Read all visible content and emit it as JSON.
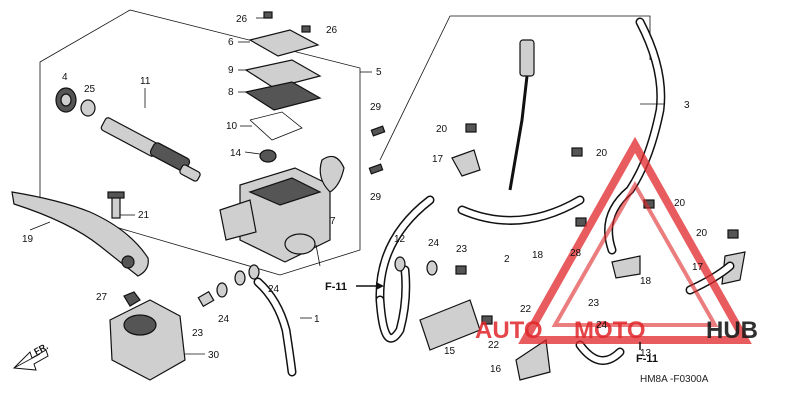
{
  "diagram": {
    "callouts": [
      {
        "id": "c26a",
        "text": "26"
      },
      {
        "id": "c26b",
        "text": "26"
      },
      {
        "id": "c6",
        "text": "6"
      },
      {
        "id": "c9",
        "text": "9"
      },
      {
        "id": "c8",
        "text": "8"
      },
      {
        "id": "c10",
        "text": "10"
      },
      {
        "id": "c14",
        "text": "14"
      },
      {
        "id": "c5",
        "text": "5"
      },
      {
        "id": "c4",
        "text": "4"
      },
      {
        "id": "c25",
        "text": "25"
      },
      {
        "id": "c11",
        "text": "11"
      },
      {
        "id": "c29a",
        "text": "29"
      },
      {
        "id": "c29b",
        "text": "29"
      },
      {
        "id": "c7",
        "text": "7"
      },
      {
        "id": "c19",
        "text": "19"
      },
      {
        "id": "c21",
        "text": "21"
      },
      {
        "id": "c27",
        "text": "27"
      },
      {
        "id": "c23a",
        "text": "23"
      },
      {
        "id": "c24a",
        "text": "24"
      },
      {
        "id": "c24b",
        "text": "24"
      },
      {
        "id": "c1",
        "text": "1"
      },
      {
        "id": "c30",
        "text": "30"
      },
      {
        "id": "c12",
        "text": "12"
      },
      {
        "id": "c24c",
        "text": "24"
      },
      {
        "id": "c23b",
        "text": "23"
      },
      {
        "id": "c15",
        "text": "15"
      },
      {
        "id": "c22a",
        "text": "22"
      },
      {
        "id": "c22b",
        "text": "22"
      },
      {
        "id": "c16",
        "text": "16"
      },
      {
        "id": "c20a",
        "text": "20"
      },
      {
        "id": "c17a",
        "text": "17"
      },
      {
        "id": "c2",
        "text": "2"
      },
      {
        "id": "c18a",
        "text": "18"
      },
      {
        "id": "c28",
        "text": "28"
      },
      {
        "id": "c20b",
        "text": "20"
      },
      {
        "id": "c3",
        "text": "3"
      },
      {
        "id": "c20c",
        "text": "20"
      },
      {
        "id": "c20d",
        "text": "20"
      },
      {
        "id": "c18b",
        "text": "18"
      },
      {
        "id": "c17b",
        "text": "17"
      },
      {
        "id": "c23c",
        "text": "23"
      },
      {
        "id": "c24d",
        "text": "24"
      },
      {
        "id": "c13",
        "text": "13"
      }
    ],
    "refs": [
      {
        "id": "f11a",
        "text": "F-11"
      },
      {
        "id": "f11b",
        "text": "F-11"
      }
    ],
    "forward_label": "FR.",
    "diagram_code": "HM8A -F0300A"
  },
  "watermark": {
    "part1": "AUTO",
    "part2": "MOTO",
    "part3": "HUB",
    "color_red": "#e0262a",
    "color_dark": "#1a1a1a"
  }
}
